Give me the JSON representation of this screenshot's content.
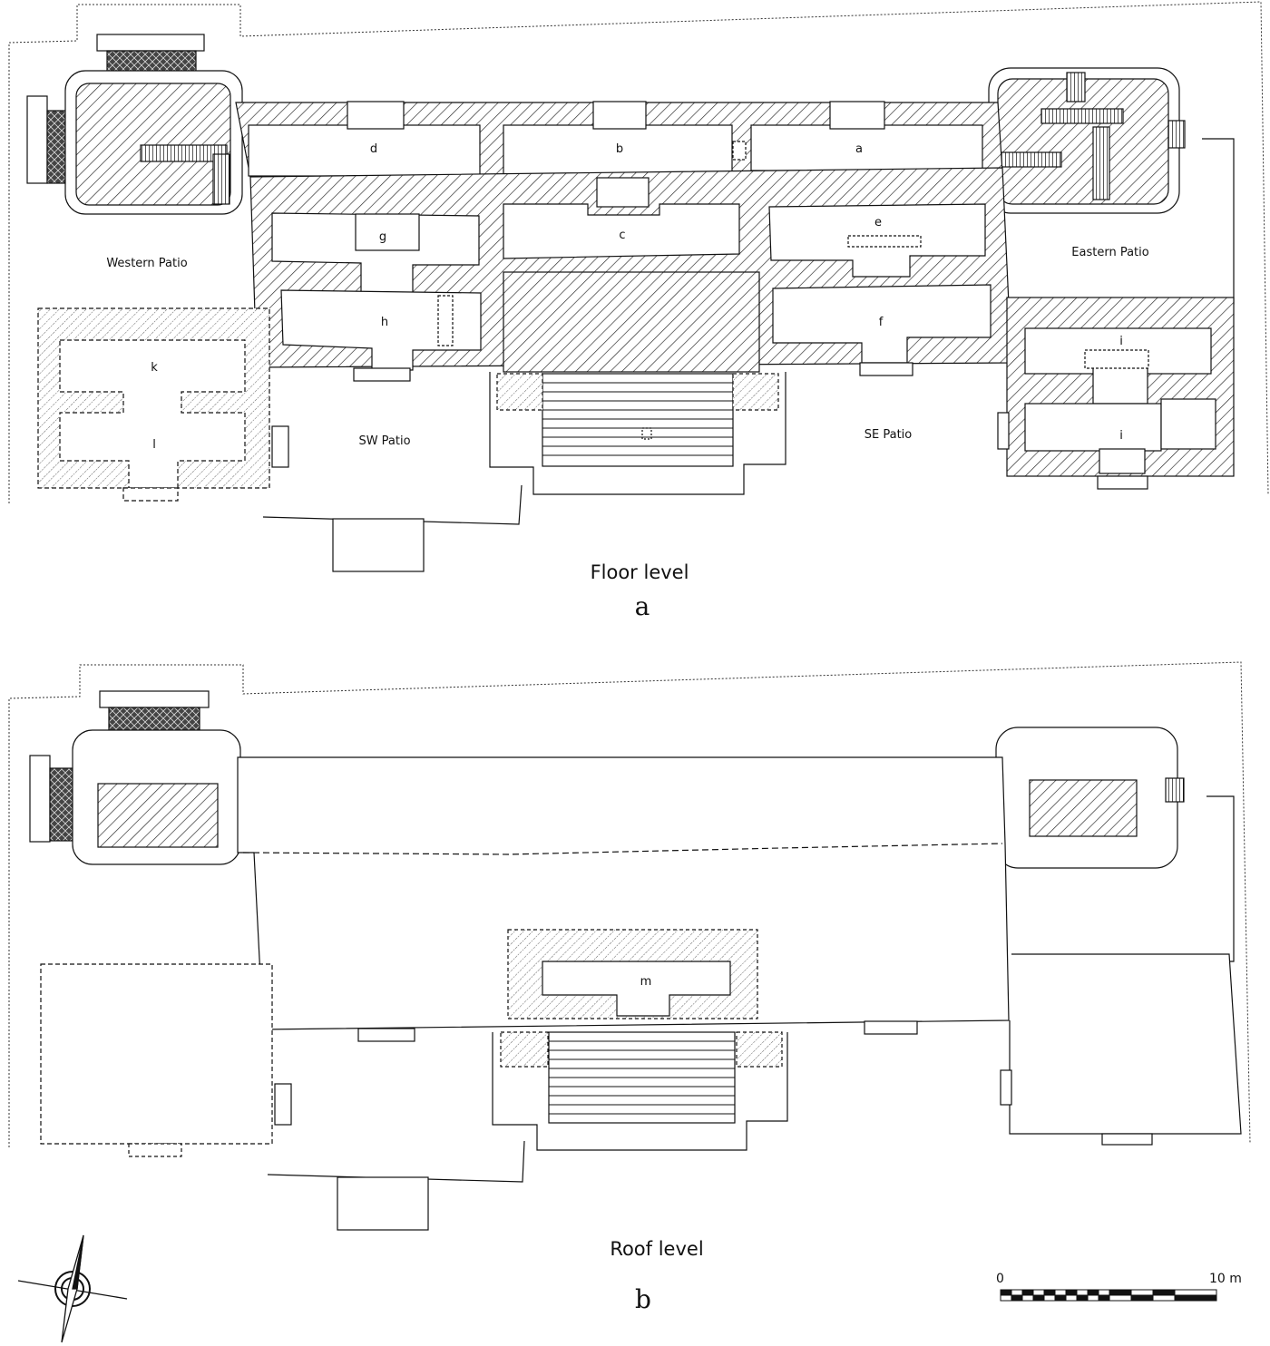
{
  "panel_a": {
    "caption": "Floor level",
    "letter": "a",
    "rooms": {
      "a": "a",
      "b": "b",
      "c": "c",
      "d": "d",
      "e": "e",
      "f": "f",
      "g": "g",
      "h": "h",
      "i_upper": "i",
      "i_lower": "i",
      "k": "k",
      "l": "l"
    },
    "areas": {
      "western_patio": "Western Patio",
      "eastern_patio": "Eastern Patio",
      "sw_patio": "SW Patio",
      "se_patio": "SE Patio"
    }
  },
  "panel_b": {
    "caption": "Roof level",
    "letter": "b",
    "rooms": {
      "m": "m"
    }
  },
  "scale_bar": {
    "zero": "0",
    "end": "10 m"
  },
  "colors": {
    "line": "#111111",
    "background": "#ffffff"
  },
  "icons": {
    "north_arrow": "north-arrow-icon"
  }
}
